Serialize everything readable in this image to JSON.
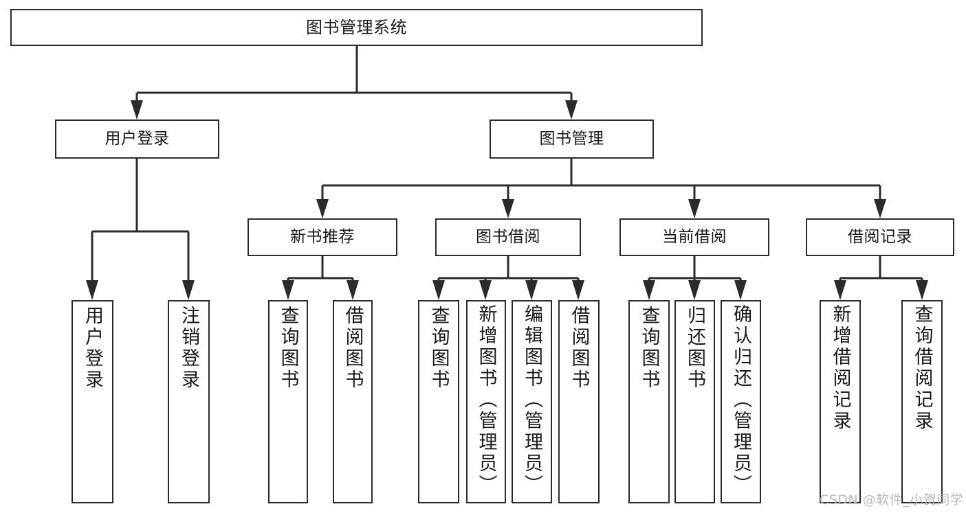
{
  "diagram": {
    "title": "图书管理系统",
    "type": "tree-hierarchy",
    "root": {
      "label": "图书管理系统"
    },
    "level1": [
      {
        "label": "用户登录"
      },
      {
        "label": "图书管理"
      }
    ],
    "level2": [
      {
        "label": "新书推荐"
      },
      {
        "label": "图书借阅"
      },
      {
        "label": "当前借阅"
      },
      {
        "label": "借阅记录"
      }
    ],
    "leaves": {
      "user_login": [
        {
          "label": "用户登录"
        },
        {
          "label": "注销登录"
        }
      ],
      "new_book_recommend": [
        {
          "label": "查询图书"
        },
        {
          "label": "借阅图书"
        }
      ],
      "book_borrow": [
        {
          "label": "查询图书"
        },
        {
          "label": "新增图书（管理员）"
        },
        {
          "label": "编辑图书（管理员）"
        },
        {
          "label": "借阅图书"
        }
      ],
      "current_borrow": [
        {
          "label": "查询图书"
        },
        {
          "label": "归还图书"
        },
        {
          "label": "确认归还（管理员）"
        }
      ],
      "borrow_record": [
        {
          "label": "新增借阅记录"
        },
        {
          "label": "查询借阅记录"
        }
      ]
    }
  },
  "watermark": {
    "text": "CSDN @软件_小贺同学"
  },
  "colors": {
    "stroke": "#2b2b2b",
    "background": "#ffffff",
    "text": "#1a1a1a",
    "watermark": "#b9b9b9"
  }
}
